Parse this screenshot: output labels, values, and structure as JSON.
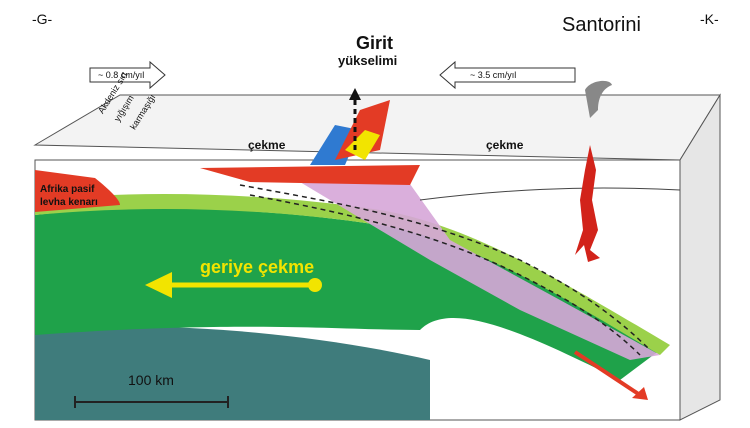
{
  "labels": {
    "south": "-G-",
    "north": "-K-",
    "santorini": "Santorini",
    "crete": "Girit",
    "uplift": "yükselimi",
    "left_rate": "~ 0.8 cm/yıl",
    "right_rate": "~ 3.5 cm/yıl",
    "accretion_line1": "Akdeniz sırt",
    "accretion_line2": "yığışım",
    "accretion_line3": "karmaşığı",
    "pull_left": "çekme",
    "pull_right": "çekme",
    "africa_line1": "Afrika pasif",
    "africa_line2": "levha kenarı",
    "rollback": "geriye çekme",
    "scale": "100 km"
  },
  "colors": {
    "ocean_green": "#1fa24a",
    "slab_lightgreen": "#9bd14a",
    "deep_teal": "#3f7c7c",
    "rollback_yellow": "#f2e400",
    "africa_red": "#e33b25",
    "wedge_purple": "#d6a6d8"
  }
}
